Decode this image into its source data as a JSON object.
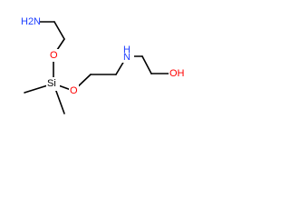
{
  "molecule": {
    "atoms": {
      "amine_end": {
        "text": "H2N",
        "color": "#1e3fff"
      },
      "o_top": {
        "text": "O",
        "color": "#ff0000"
      },
      "si": {
        "text": "Si",
        "color": "#000000"
      },
      "o_right": {
        "text": "O",
        "color": "#ff0000"
      },
      "nh": {
        "text": "N",
        "color": "#1e3fff"
      },
      "nh_h": {
        "text": "H",
        "color": "#1e3fff"
      },
      "oh": {
        "text": "OH",
        "color": "#ff0000"
      }
    }
  }
}
